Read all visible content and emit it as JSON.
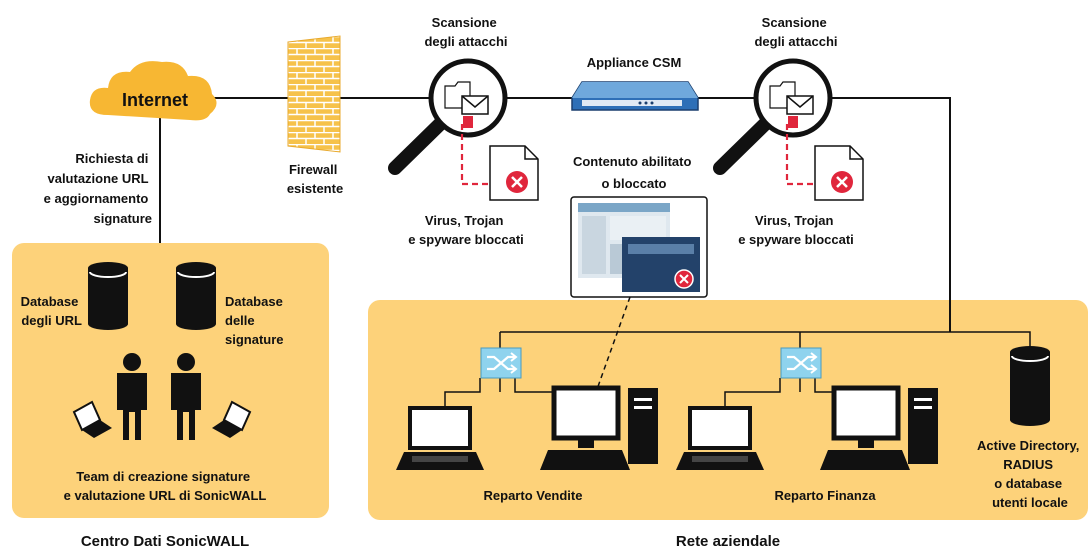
{
  "cloud": {
    "label": "Internet"
  },
  "firewall": {
    "label_line1": "Firewall",
    "label_line2": "esistente"
  },
  "url_request": {
    "line1": "Richiesta di",
    "line2": "valutazione URL",
    "line3": "e aggiornamento",
    "line4": "signature"
  },
  "scan_left": {
    "line1": "Scansione",
    "line2": "degli attacchi"
  },
  "scan_right": {
    "line1": "Scansione",
    "line2": "degli attacchi"
  },
  "appliance": {
    "label": "Appliance CSM"
  },
  "content": {
    "line1": "Contenuto abilitato",
    "line2": "o bloccato"
  },
  "virus_left": {
    "line1": "Virus, Trojan",
    "line2": "e spyware bloccati"
  },
  "virus_right": {
    "line1": "Virus, Trojan",
    "line2": "e spyware bloccati"
  },
  "datacenter": {
    "db_urls": {
      "line1": "Database",
      "line2": "degli URL"
    },
    "db_signatures": {
      "line1": "Database",
      "line2": "delle",
      "line3": "signature"
    },
    "team": {
      "line1": "Team di creazione signature",
      "line2": "e valutazione URL di SonicWALL"
    },
    "caption": "Centro Dati SonicWALL"
  },
  "enterprise": {
    "sales": "Reparto Vendite",
    "finance": "Reparto Finanza",
    "directory": {
      "line1": "Active Directory,",
      "line2": "RADIUS",
      "line3": "o database",
      "line4": "utenti locale"
    },
    "caption": "Rete aziendale"
  },
  "colors": {
    "panel": "#fdd27a",
    "cloud": "#f7b733",
    "firewall": "#f6c24a",
    "switch": "#8fd3ee",
    "block": "#e0263c",
    "line": "#111111"
  }
}
